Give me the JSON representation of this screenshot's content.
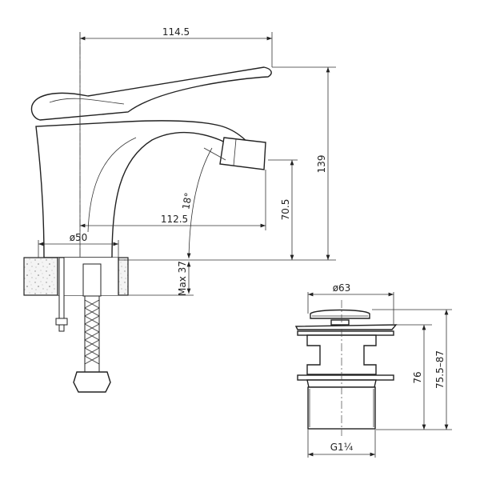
{
  "faucet": {
    "top_width": "114.5",
    "total_height": "139",
    "spout_height": "70.5",
    "spout_reach": "112.5",
    "angle": "18°",
    "base_diameter": "ø50",
    "max_thickness": "Max 37"
  },
  "drain": {
    "cap_diameter": "ø63",
    "body_height": "76",
    "length_range": "75.5–87",
    "thread": "G1¼"
  }
}
